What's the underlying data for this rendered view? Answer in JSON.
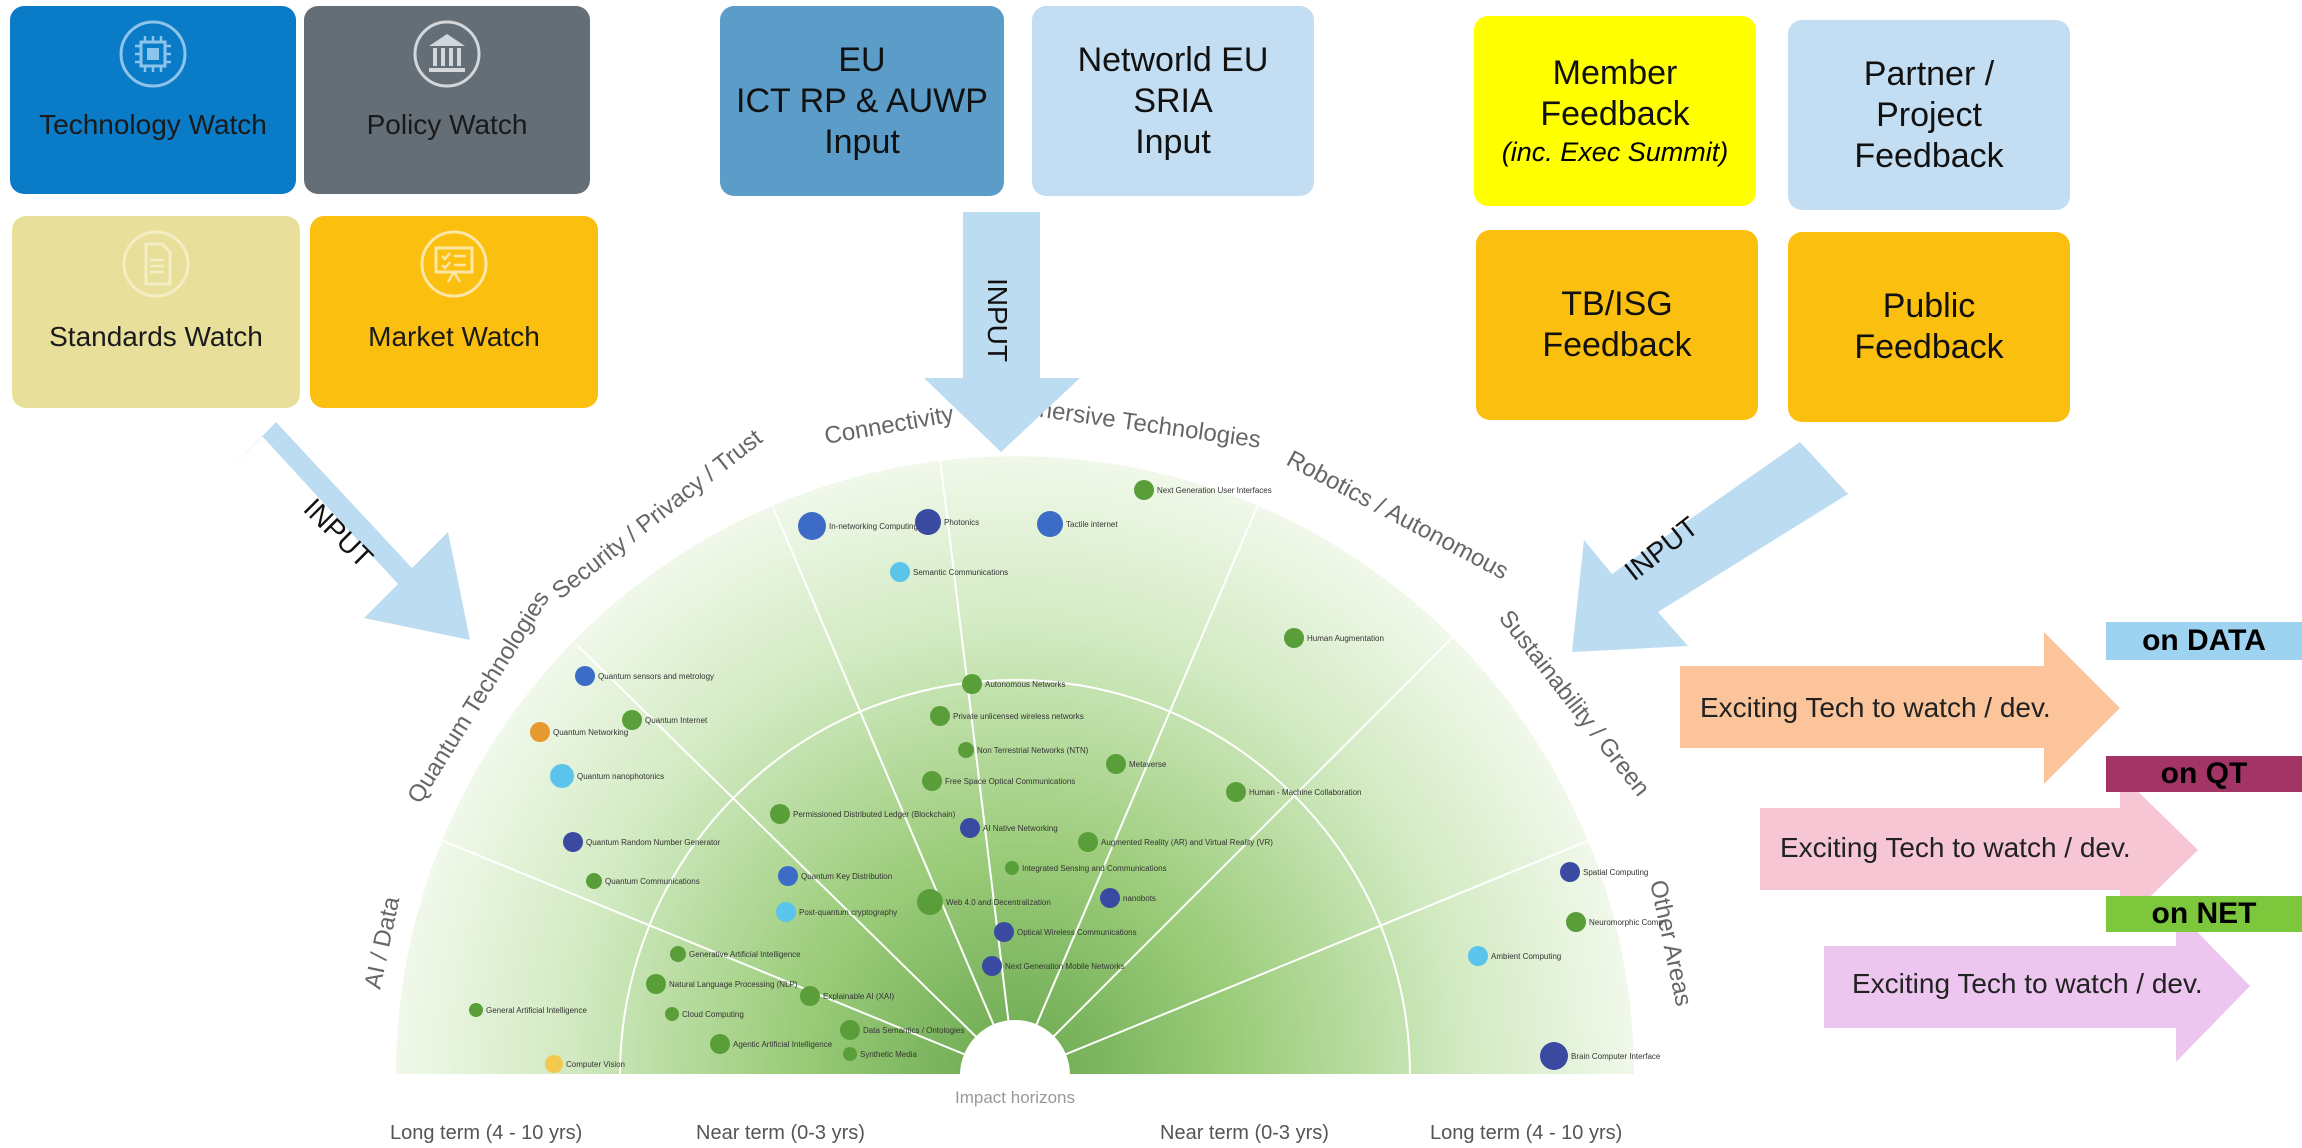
{
  "watches": [
    {
      "label": "Technology Watch",
      "color": "#0a7bc7",
      "icon": "chip-icon"
    },
    {
      "label": "Policy Watch",
      "color": "#646e76",
      "icon": "bank-icon"
    },
    {
      "label": "Standards Watch",
      "color": "#e8df9a",
      "icon": "document-icon"
    },
    {
      "label": "Market Watch",
      "color": "#fbbf0f",
      "icon": "presentation-icon"
    }
  ],
  "inputs": {
    "eu": {
      "line1": "EU",
      "line2": "ICT RP & AUWP",
      "line3": "Input"
    },
    "networld": {
      "line1": "Networld EU",
      "line2": "SRIA",
      "line3": "Input"
    }
  },
  "feedback": {
    "member": {
      "line1": "Member",
      "line2": "Feedback",
      "line3": "(inc. Exec Summit)"
    },
    "partner": {
      "line1": "Partner /",
      "line2": "Project",
      "line3": "Feedback"
    },
    "tb": {
      "line1": "TB/ISG",
      "line2": "Feedback"
    },
    "public": {
      "line1": "Public",
      "line2": "Feedback"
    }
  },
  "arrows": {
    "left": "INPUT",
    "center": "INPUT",
    "right": "INPUT"
  },
  "radar": {
    "sectors": [
      "AI / Data",
      "Quantum Technologies",
      "Security / Privacy / Trust",
      "Connectivity",
      "Immersive Technologies",
      "Robotics / Autonomous",
      "Sustainability / Green",
      "Other Areas"
    ],
    "center_label": "Impact horizons",
    "horizons": [
      "Long term (4 - 10 yrs)",
      "Near term (0-3 yrs)",
      "Near term (0-3 yrs)",
      "Long term (4 - 10 yrs)"
    ],
    "points": [
      {
        "name": "Quantum sensors and metrology",
        "color": "#3d6cc7"
      },
      {
        "name": "Quantum Internet",
        "color": "#5a9e3a"
      },
      {
        "name": "Quantum Networking",
        "color": "#e6992e"
      },
      {
        "name": "Quantum nanophotonics",
        "color": "#5bc4ea"
      },
      {
        "name": "Quantum Random Number Generator",
        "color": "#3a4aa0"
      },
      {
        "name": "Quantum Communications",
        "color": "#5a9e3a"
      },
      {
        "name": "In-networking Computing",
        "color": "#3d6cc7"
      },
      {
        "name": "Photonics",
        "color": "#3a4aa0"
      },
      {
        "name": "Tactile internet",
        "color": "#3d6cc7"
      },
      {
        "name": "Semantic Communications",
        "color": "#5bc4ea"
      },
      {
        "name": "Next Generation User Interfaces",
        "color": "#5a9e3a"
      },
      {
        "name": "Human Augmentation",
        "color": "#5a9e3a"
      },
      {
        "name": "Autonomous Networks",
        "color": "#5a9e3a"
      },
      {
        "name": "Private unlicensed wireless networks",
        "color": "#5a9e3a"
      },
      {
        "name": "Non Terrestrial Networks (NTN)",
        "color": "#5a9e3a"
      },
      {
        "name": "Free Space Optical Communications",
        "color": "#5a9e3a"
      },
      {
        "name": "Metaverse",
        "color": "#5a9e3a"
      },
      {
        "name": "Human - Machine Collaboration",
        "color": "#5a9e3a"
      },
      {
        "name": "Permissioned Distributed Ledger (Blockchain)",
        "color": "#5a9e3a"
      },
      {
        "name": "AI Native Networking",
        "color": "#3a4aa0"
      },
      {
        "name": "Augmented Reality (AR) and Virtual Reality (VR)",
        "color": "#5a9e3a"
      },
      {
        "name": "Integrated Sensing and Communications",
        "color": "#5a9e3a"
      },
      {
        "name": "Quantum Key Distribution",
        "color": "#3d6cc7"
      },
      {
        "name": "Post-quantum cryptography",
        "color": "#5bc4ea"
      },
      {
        "name": "Web 4.0 and Decentralization",
        "color": "#5a9e3a"
      },
      {
        "name": "nanobots",
        "color": "#3a4aa0"
      },
      {
        "name": "Optical Wireless Communications",
        "color": "#3a4aa0"
      },
      {
        "name": "Next Generation Mobile Networks",
        "color": "#3a4aa0"
      },
      {
        "name": "Generative Artificial Intelligence",
        "color": "#5a9e3a"
      },
      {
        "name": "Natural Language Processing (NLP)",
        "color": "#5a9e3a"
      },
      {
        "name": "Explainable AI (XAI)",
        "color": "#5a9e3a"
      },
      {
        "name": "Cloud Computing",
        "color": "#5a9e3a"
      },
      {
        "name": "Data Semantics / Ontologies",
        "color": "#5a9e3a"
      },
      {
        "name": "General Artificial Intelligence",
        "color": "#5a9e3a"
      },
      {
        "name": "Agentic Artificial Intelligence",
        "color": "#5a9e3a"
      },
      {
        "name": "Synthetic Media",
        "color": "#5a9e3a"
      },
      {
        "name": "Computer Vision",
        "color": "#f2c94c"
      },
      {
        "name": "Spatial Computing",
        "color": "#3a4aa0"
      },
      {
        "name": "Neuromorphic Comp",
        "color": "#5a9e3a"
      },
      {
        "name": "Ambient Computing",
        "color": "#5bc4ea"
      },
      {
        "name": "Brain Computer Interface",
        "color": "#3a4aa0"
      }
    ]
  },
  "exciting": [
    {
      "tag": "on DATA",
      "tag_bg": "#9dd3f1",
      "tag_color": "#000000",
      "text": "Exciting Tech to watch / dev.",
      "fill": "#fbc49a"
    },
    {
      "tag": "on QT",
      "tag_bg": "#a33566",
      "tag_color": "#000000",
      "text": "Exciting Tech to watch / dev.",
      "fill": "#f6c6d4"
    },
    {
      "tag": "on NET",
      "tag_bg": "#7dc73d",
      "tag_color": "#000000",
      "text": "Exciting Tech to watch / dev.",
      "fill": "#ecc6ee"
    }
  ]
}
